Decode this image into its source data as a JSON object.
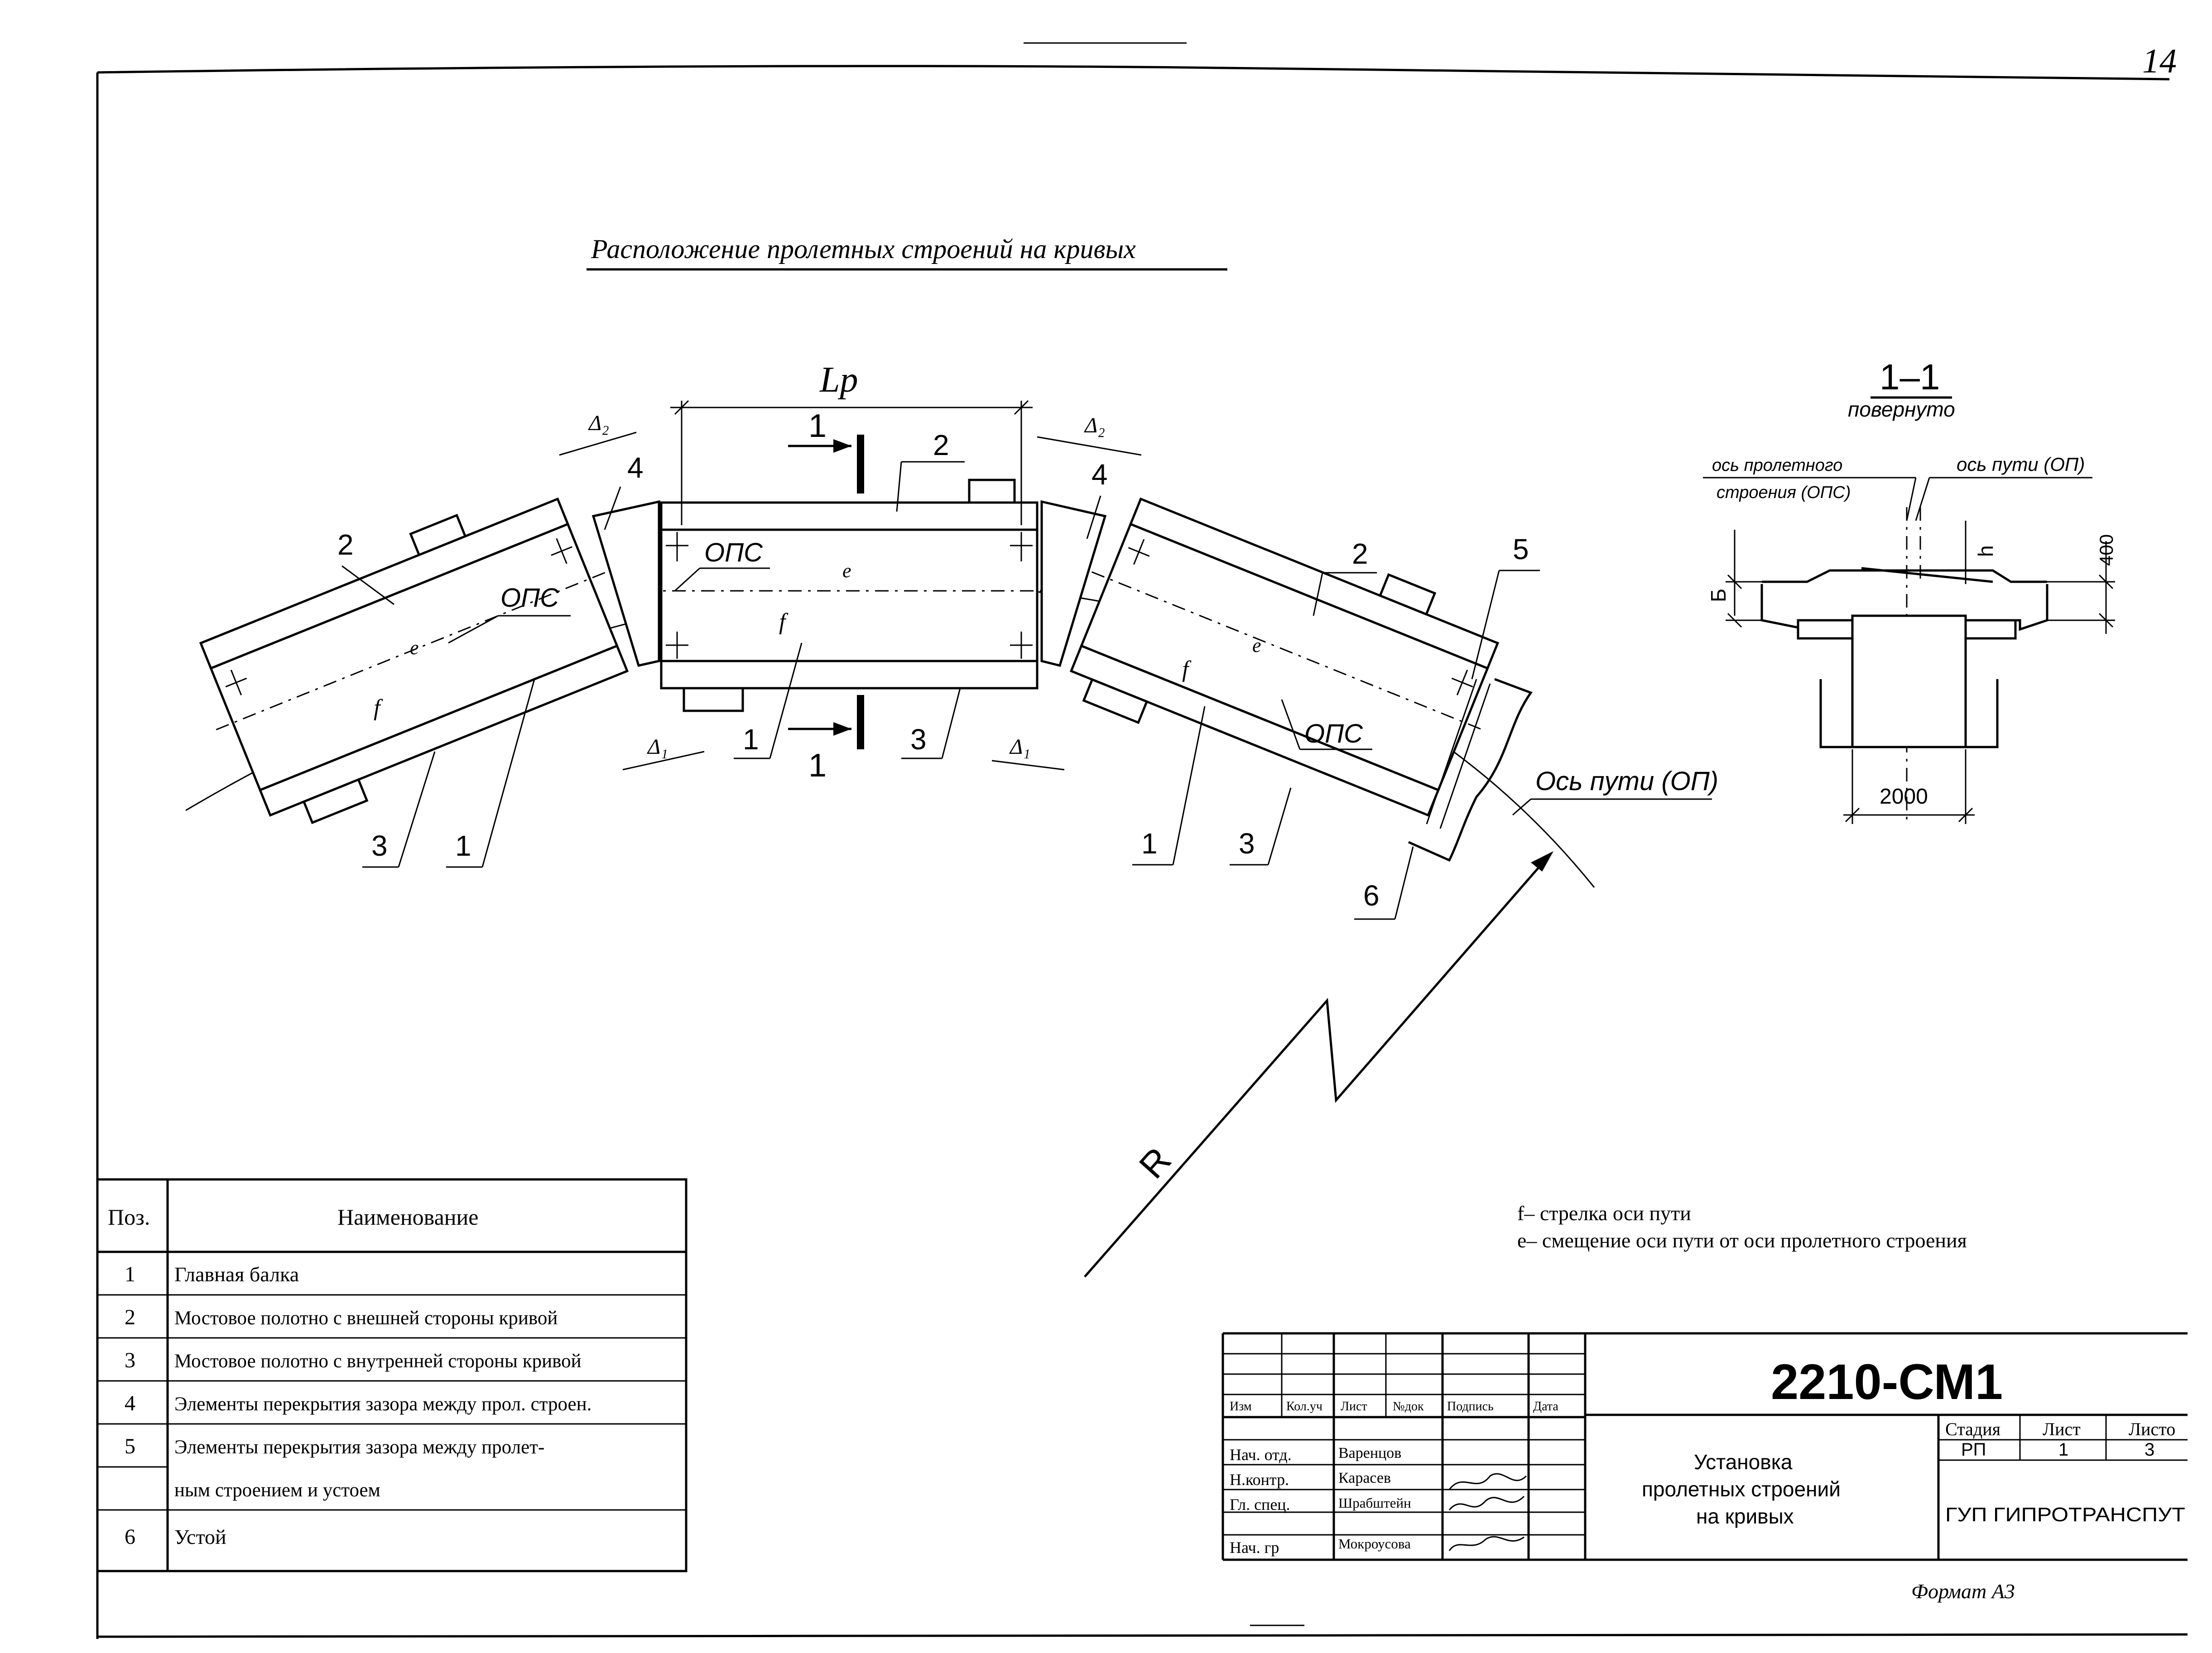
{
  "sheet": {
    "sheet_number": "14",
    "format_label": "Формат А3"
  },
  "plan": {
    "title": "Расположение пролетных строений на кривых",
    "span_label": "Lp",
    "delta_1": "Δ₁",
    "delta_2": "Δ₂",
    "section_mark": "1",
    "ops_label": "ОПС",
    "e_label": "e",
    "f_label": "f",
    "track_axis_label": "Ось пути (ОП)",
    "radius_label": "R",
    "callouts": [
      "1",
      "2",
      "3",
      "4",
      "5",
      "6"
    ]
  },
  "section": {
    "title": "1–1",
    "subtitle": "повернуто",
    "span_axis_label_line1": "ось пролетного",
    "span_axis_label_line2": "строения (ОПС)",
    "track_axis_label": "ось пути (ОП)",
    "dim_b": "Б",
    "dim_h": "h",
    "dim_400": "400",
    "dim_2000": "2000"
  },
  "notes": {
    "f_note": "f– стрелка оси пути",
    "e_note": "e– смещение оси пути от оси пролетного строения"
  },
  "spec_table": {
    "headers": {
      "pos": "Поз.",
      "name": "Наименование"
    },
    "rows": [
      {
        "pos": "1",
        "name": "Главная балка"
      },
      {
        "pos": "2",
        "name": "Мостовое полотно с внешней стороны кривой"
      },
      {
        "pos": "3",
        "name": "Мостовое полотно с внутренней стороны кривой"
      },
      {
        "pos": "4",
        "name": "Элементы перекрытия зазора между прол. строен."
      },
      {
        "pos": "5",
        "name": "Элементы перекрытия зазора между пролет-"
      },
      {
        "pos": "",
        "name": "ным строением и устоем"
      },
      {
        "pos": "6",
        "name": "Устой"
      }
    ]
  },
  "title_block": {
    "doc_code": "2210-СМ1",
    "rev_headers": [
      "Изм",
      "Кол.уч",
      "Лист",
      "№док",
      "Подпись",
      "Дата"
    ],
    "roles": [
      {
        "role": "Нач. отд.",
        "name": "Варенцов"
      },
      {
        "role": "Н.контр.",
        "name": "Карасев"
      },
      {
        "role": "Гл. спец.",
        "name": "Шрабштейн"
      },
      {
        "role": "Нач. гр",
        "name": "Мокроусова"
      }
    ],
    "doc_title_line1": "Установка",
    "doc_title_line2": "пролетных строений",
    "doc_title_line3": "на кривых",
    "stage_header": "Стадия",
    "sheet_header": "Лист",
    "sheets_header": "Листо",
    "stage_value": "РП",
    "sheet_value": "1",
    "sheets_value": "3",
    "organization": "ГУП ГИПРОТРАНСПУТ"
  }
}
